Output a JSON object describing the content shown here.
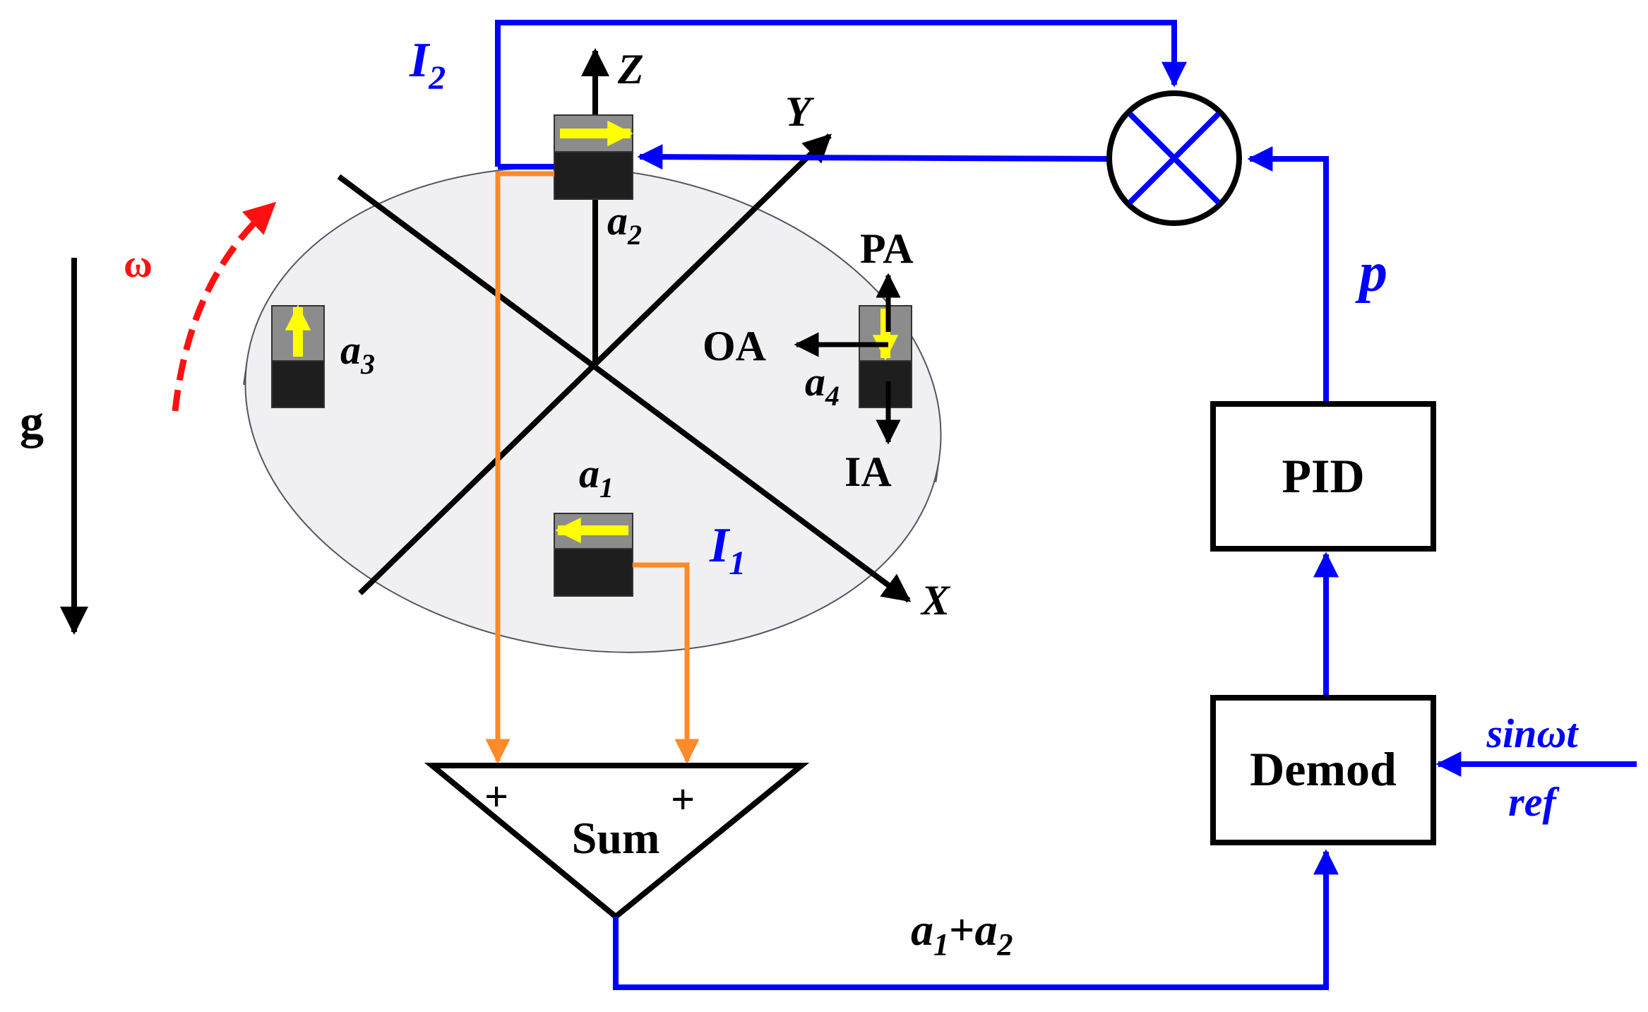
{
  "labels": {
    "axis_z": "Z",
    "axis_y": "Y",
    "axis_x": "X",
    "gravity": "g",
    "rotation": "ω",
    "pa": "PA",
    "oa": "OA",
    "ia": "IA",
    "p": "p",
    "pid": "PID",
    "demod": "Demod",
    "sum": "Sum",
    "plus": "+",
    "sin_ref_line1": "sinωt",
    "sin_ref_line2": "ref",
    "sum_output": {
      "a1": "a",
      "sub1": "1",
      "plus": "+",
      "a2": "a",
      "sub2": "2"
    }
  },
  "accelerometers": {
    "a1": {
      "main": "a",
      "sub": "1"
    },
    "a2": {
      "main": "a",
      "sub": "2"
    },
    "a3": {
      "main": "a",
      "sub": "3"
    },
    "a4": {
      "main": "a",
      "sub": "4"
    }
  },
  "currents": {
    "i1": {
      "main": "I",
      "sub": "1"
    },
    "i2": {
      "main": "I",
      "sub": "2"
    }
  },
  "colors": {
    "blue": "#0000FF",
    "orange": "#FF8A2A",
    "red": "#FF1010",
    "yellow": "#FFFF00",
    "black": "#000000",
    "block_dark": "#1E1E1E",
    "block_grey": "#8C8C8C",
    "disk_top": "#F0F0F3",
    "disk_side": "#A9ACC4"
  },
  "icons": {
    "multiplier": "multiplier-icon",
    "rotation": "rotation-arrow-icon"
  }
}
